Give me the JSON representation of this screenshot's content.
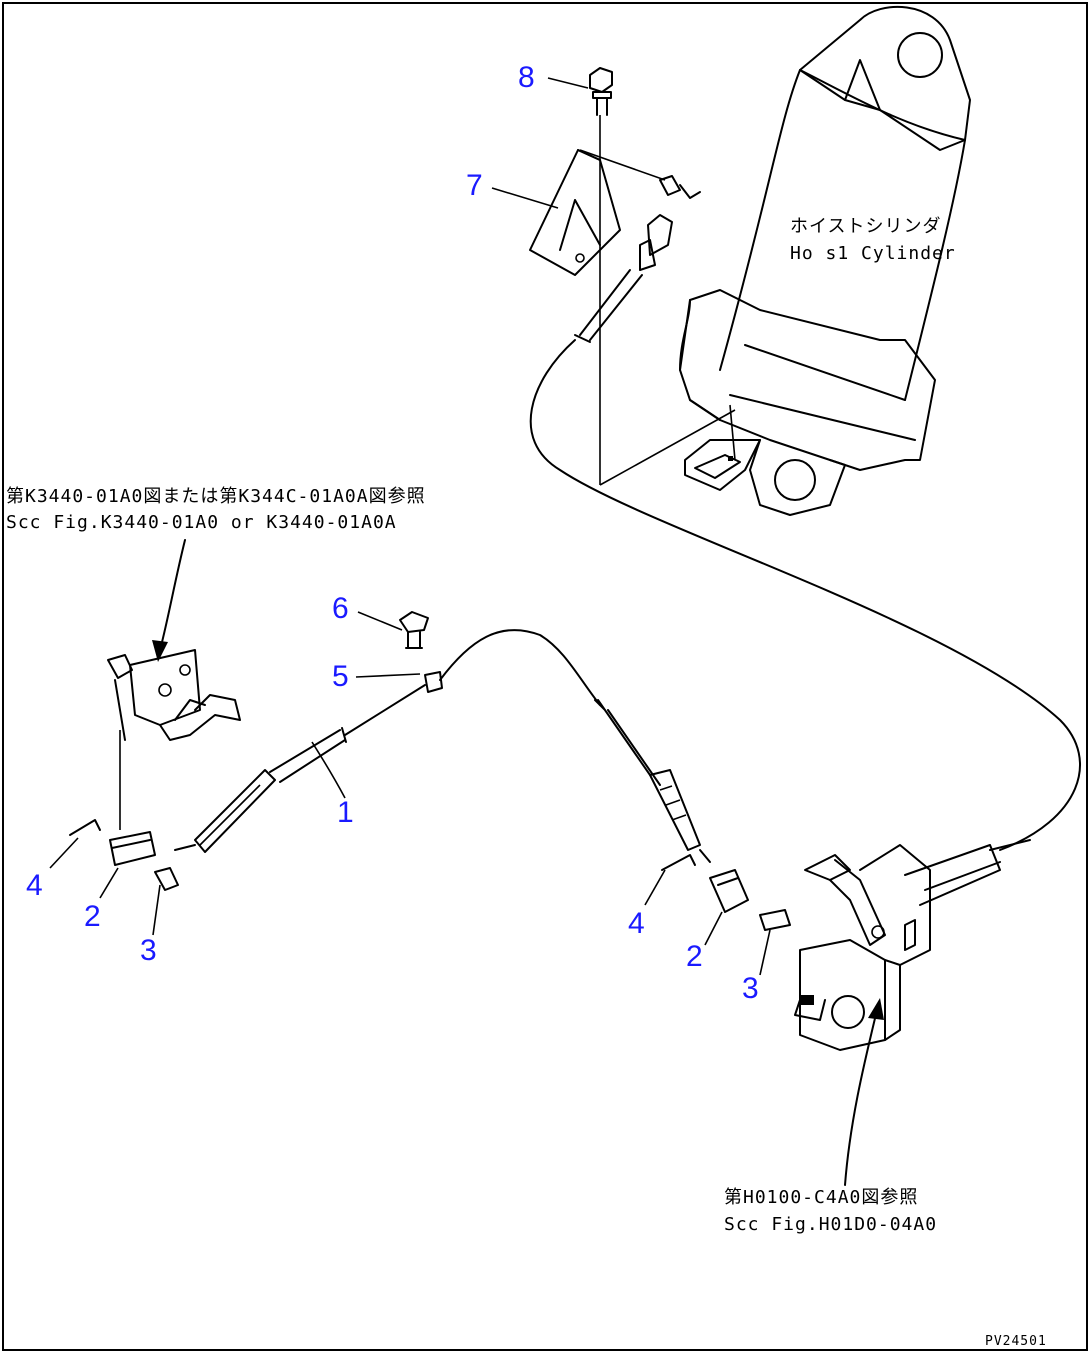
{
  "labels": {
    "hoist_cylinder_jp": "ホイストシリンダ",
    "hoist_cylinder_en": "Ho s1 Cylinder",
    "ref_left_jp": "第K3440-01A0図または第K344C-01A0A図参照",
    "ref_left_en": "Scc Fig.K3440-01A0 or K3440-01A0A",
    "ref_right_jp": "第H0100-C4A0図参照",
    "ref_right_en": "Scc Fig.H01D0-04A0",
    "figure_code": "PV24501"
  },
  "callouts": [
    {
      "id": "8",
      "text": "8"
    },
    {
      "id": "7",
      "text": "7"
    },
    {
      "id": "6",
      "text": "6"
    },
    {
      "id": "5",
      "text": "5"
    },
    {
      "id": "1",
      "text": "1"
    },
    {
      "id": "4a",
      "text": "4"
    },
    {
      "id": "2a",
      "text": "2"
    },
    {
      "id": "3a",
      "text": "3"
    },
    {
      "id": "4b",
      "text": "4"
    },
    {
      "id": "2b",
      "text": "2"
    },
    {
      "id": "3b",
      "text": "3"
    }
  ]
}
